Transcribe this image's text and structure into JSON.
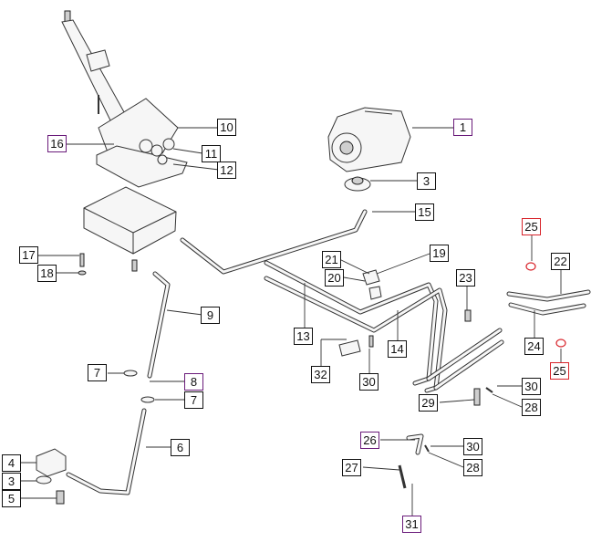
{
  "diagram": {
    "callouts": [
      {
        "id": "c1",
        "label": "1",
        "style": "purple"
      },
      {
        "id": "c16",
        "label": "16",
        "style": "purple"
      },
      {
        "id": "c10",
        "label": "10",
        "style": "black"
      },
      {
        "id": "c11",
        "label": "11",
        "style": "black"
      },
      {
        "id": "c12",
        "label": "12",
        "style": "black"
      },
      {
        "id": "c3a",
        "label": "3",
        "style": "black"
      },
      {
        "id": "c15",
        "label": "15",
        "style": "black"
      },
      {
        "id": "c25a",
        "label": "25",
        "style": "red"
      },
      {
        "id": "c22",
        "label": "22",
        "style": "black"
      },
      {
        "id": "c21",
        "label": "21",
        "style": "black"
      },
      {
        "id": "c19",
        "label": "19",
        "style": "black"
      },
      {
        "id": "c20",
        "label": "20",
        "style": "black"
      },
      {
        "id": "c17",
        "label": "17",
        "style": "black"
      },
      {
        "id": "c18",
        "label": "18",
        "style": "black"
      },
      {
        "id": "c23",
        "label": "23",
        "style": "black"
      },
      {
        "id": "c9",
        "label": "9",
        "style": "black"
      },
      {
        "id": "c13",
        "label": "13",
        "style": "black"
      },
      {
        "id": "c14",
        "label": "14",
        "style": "black"
      },
      {
        "id": "c24",
        "label": "24",
        "style": "black"
      },
      {
        "id": "c25b",
        "label": "25",
        "style": "red"
      },
      {
        "id": "c32",
        "label": "32",
        "style": "black"
      },
      {
        "id": "c7a",
        "label": "7",
        "style": "black"
      },
      {
        "id": "c8",
        "label": "8",
        "style": "purple"
      },
      {
        "id": "c30a",
        "label": "30",
        "style": "black"
      },
      {
        "id": "c30b",
        "label": "30",
        "style": "black"
      },
      {
        "id": "c7b",
        "label": "7",
        "style": "black"
      },
      {
        "id": "c29",
        "label": "29",
        "style": "black"
      },
      {
        "id": "c28a",
        "label": "28",
        "style": "black"
      },
      {
        "id": "c6",
        "label": "6",
        "style": "black"
      },
      {
        "id": "c26",
        "label": "26",
        "style": "purple"
      },
      {
        "id": "c30c",
        "label": "30",
        "style": "black"
      },
      {
        "id": "c4",
        "label": "4",
        "style": "black"
      },
      {
        "id": "c27",
        "label": "27",
        "style": "black"
      },
      {
        "id": "c28b",
        "label": "28",
        "style": "black"
      },
      {
        "id": "c3b",
        "label": "3",
        "style": "black"
      },
      {
        "id": "c5",
        "label": "5",
        "style": "black"
      },
      {
        "id": "c31",
        "label": "31",
        "style": "purple"
      }
    ]
  }
}
